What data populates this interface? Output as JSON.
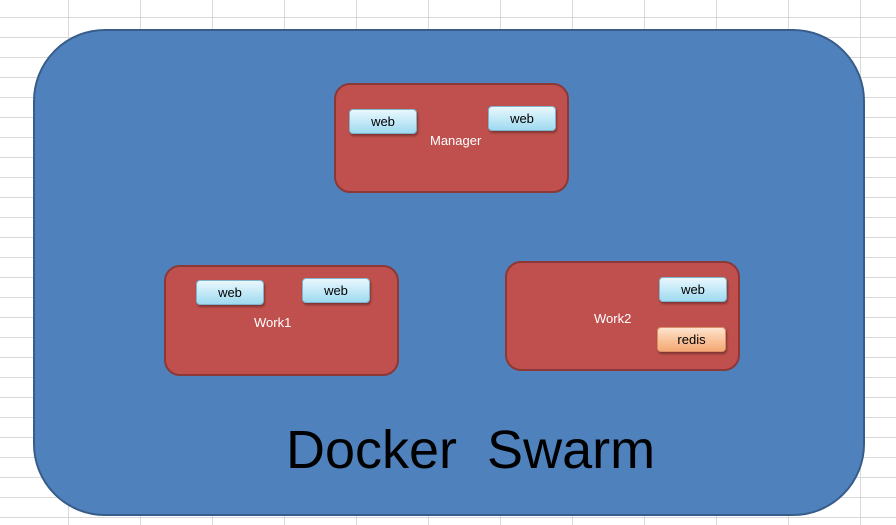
{
  "diagram": {
    "title": "Docker  Swarm",
    "colors": {
      "cluster_fill": "#4f81bd",
      "node_fill": "#c0504d",
      "web_service_fill": "#c3e9f7",
      "redis_service_fill": "#f9c49c"
    },
    "nodes": [
      {
        "label": "Manager",
        "services": [
          "web",
          "web"
        ]
      },
      {
        "label": "Work1",
        "services": [
          "web",
          "web"
        ]
      },
      {
        "label": "Work2",
        "services": [
          "web",
          "redis"
        ]
      }
    ]
  }
}
